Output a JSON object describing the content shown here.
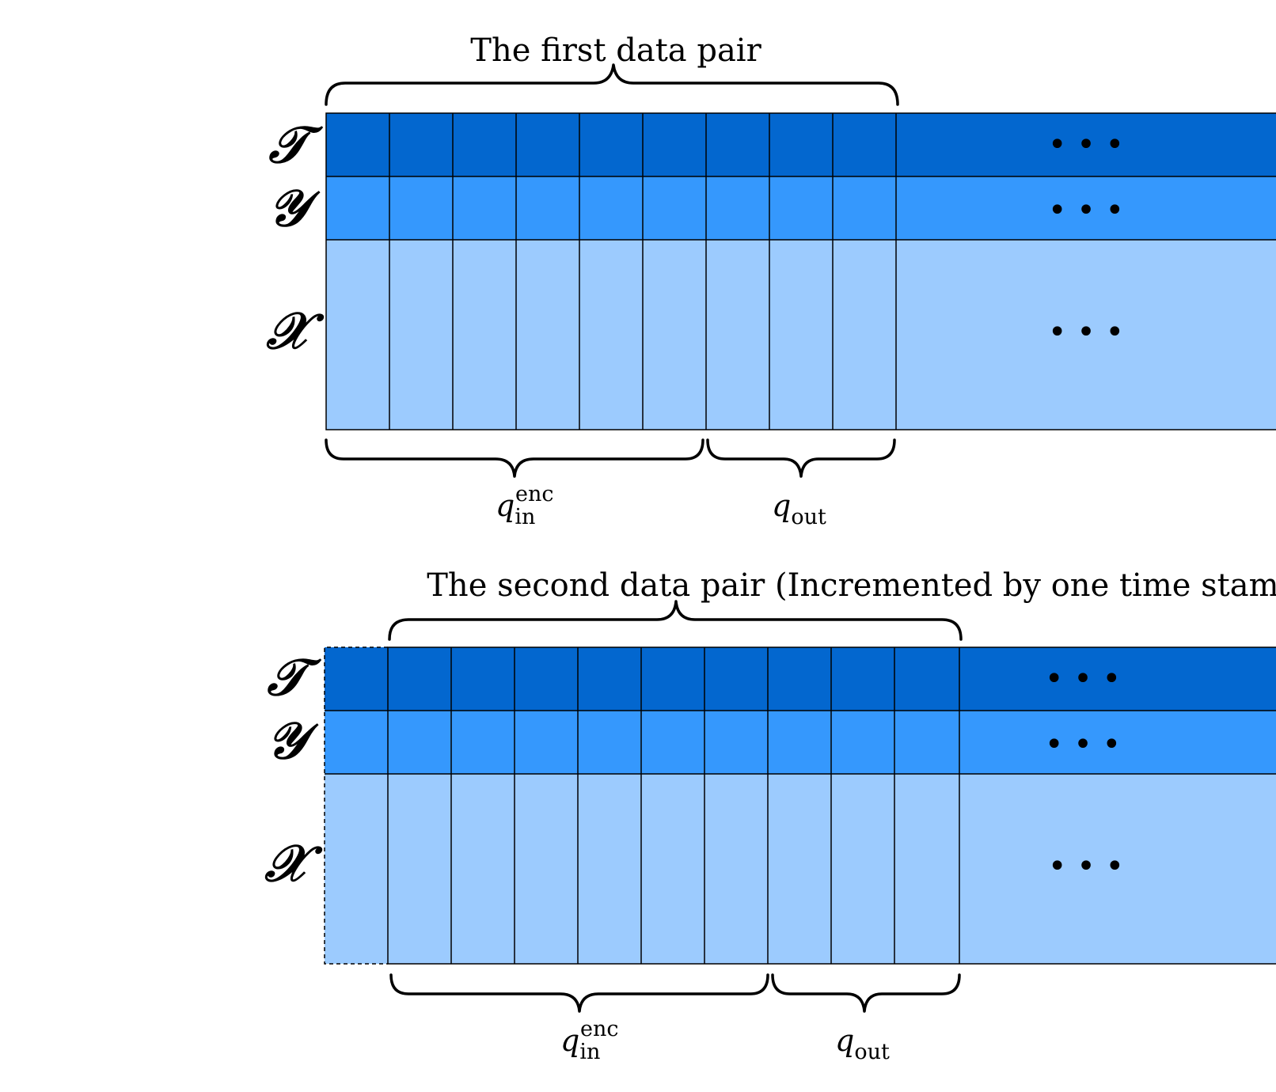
{
  "colors": {
    "tau_row": "#0367cf",
    "y_row": "#3598fd",
    "x_row": "#9ccbfe"
  },
  "row_labels": {
    "tau": "𝒯",
    "y": "𝒴",
    "x": "𝒳"
  },
  "ellipsis": "• • •",
  "panels": [
    {
      "title": "The first data pair",
      "cells_in_window": 9,
      "q_in_cells": 6,
      "q_out_cells": 3,
      "offset_cells": 0,
      "q_in": {
        "main": "q",
        "sub": "in",
        "sup": "enc"
      },
      "q_out": {
        "main": "q",
        "sub": "out"
      }
    },
    {
      "title": "The second data pair (Incremented by one time stamp)",
      "cells_in_window": 9,
      "q_in_cells": 6,
      "q_out_cells": 3,
      "offset_cells": 1,
      "q_in": {
        "main": "q",
        "sub": "in",
        "sup": "enc"
      },
      "q_out": {
        "main": "q",
        "sub": "out"
      }
    }
  ]
}
